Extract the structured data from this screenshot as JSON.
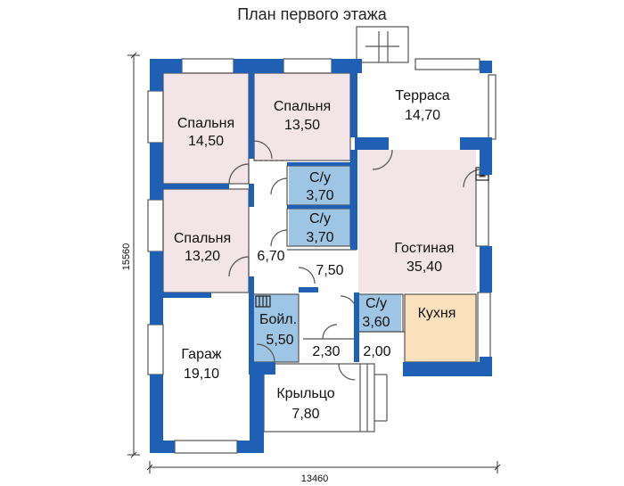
{
  "title": "План первого этажа",
  "dimensions": {
    "width": "13460",
    "height": "15560"
  },
  "colors": {
    "wall": "#1f5fb4",
    "bedroom": "#f3e4e7",
    "living": "#f3e4e7",
    "bathroom": "#9ec5e3",
    "kitchen": "#fbe0bd",
    "white_room": "#ffffff",
    "outline": "#555555"
  },
  "rooms": {
    "bedroom1": {
      "name": "Спальня",
      "area": "14,50"
    },
    "bedroom2": {
      "name": "Спальня",
      "area": "13,50"
    },
    "bedroom3": {
      "name": "Спальня",
      "area": "13,20"
    },
    "terrace": {
      "name": "Терраса",
      "area": "14,70"
    },
    "bath1": {
      "name": "С/у",
      "area": "3,70"
    },
    "bath2": {
      "name": "С/у",
      "area": "3,70"
    },
    "corridor": {
      "area": "6,70"
    },
    "hall": {
      "area": "7,50"
    },
    "living": {
      "name": "Гостиная",
      "area": "35,40"
    },
    "bath3": {
      "name": "С/у",
      "area": "3,60"
    },
    "kitchen": {
      "name": "Кухня"
    },
    "boiler": {
      "name": "Бойл.",
      "area": "5,50"
    },
    "vest1": {
      "area": "2,30"
    },
    "vest2": {
      "area": "2,00"
    },
    "garage": {
      "name": "Гараж",
      "area": "19,10"
    },
    "porch": {
      "name": "Крыльцо",
      "area": "7,80"
    }
  }
}
